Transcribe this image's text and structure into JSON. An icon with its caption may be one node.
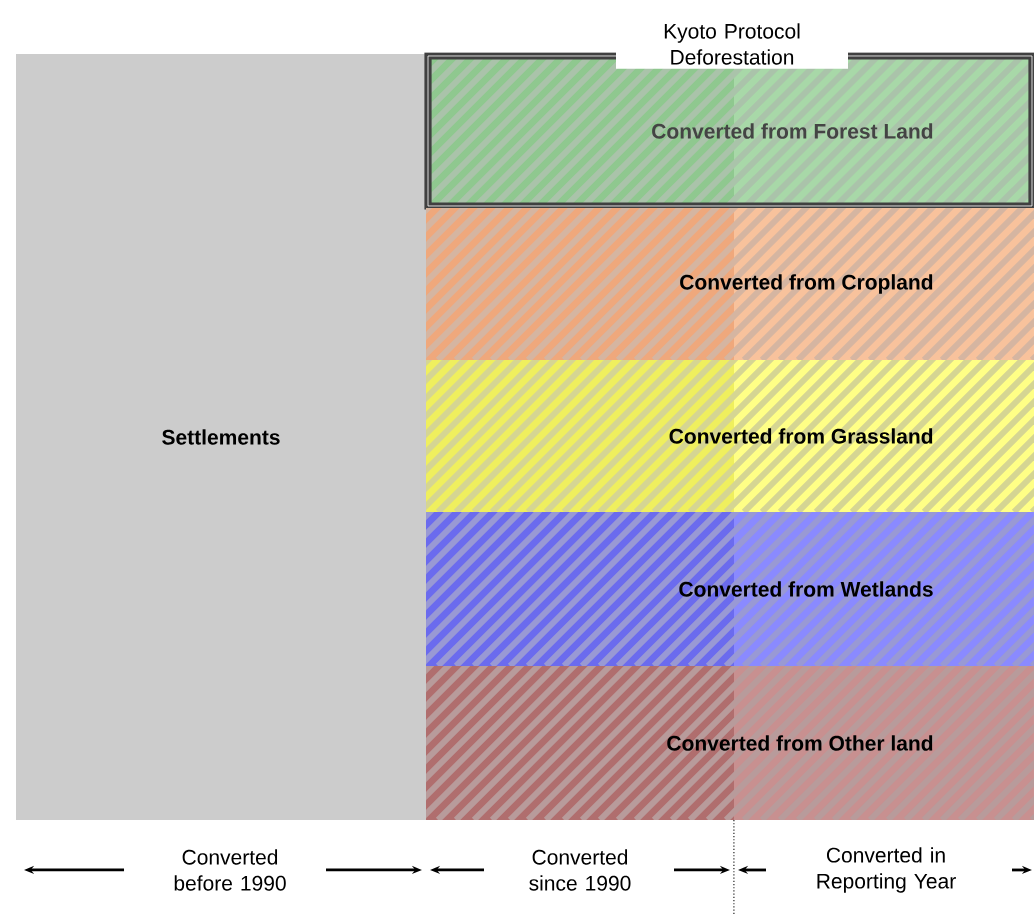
{
  "diagram": {
    "nodes": [
      {
        "text": [
          "Settlements"
        ]
      },
      {
        "text": [
          "Converted from Forest Land"
        ]
      },
      {
        "text": [
          "Converted from Cropland"
        ]
      },
      {
        "text": [
          "Converted from Grassland"
        ]
      },
      {
        "text": [
          "Converted from Wetlands"
        ]
      },
      {
        "text": [
          "Converted from Other land"
        ]
      }
    ],
    "labels": [
      "Kyoto Protocol Deforestation",
      "Converted before 1990",
      "Converted since 1990",
      "Converted in Reporting Year"
    ]
  }
}
